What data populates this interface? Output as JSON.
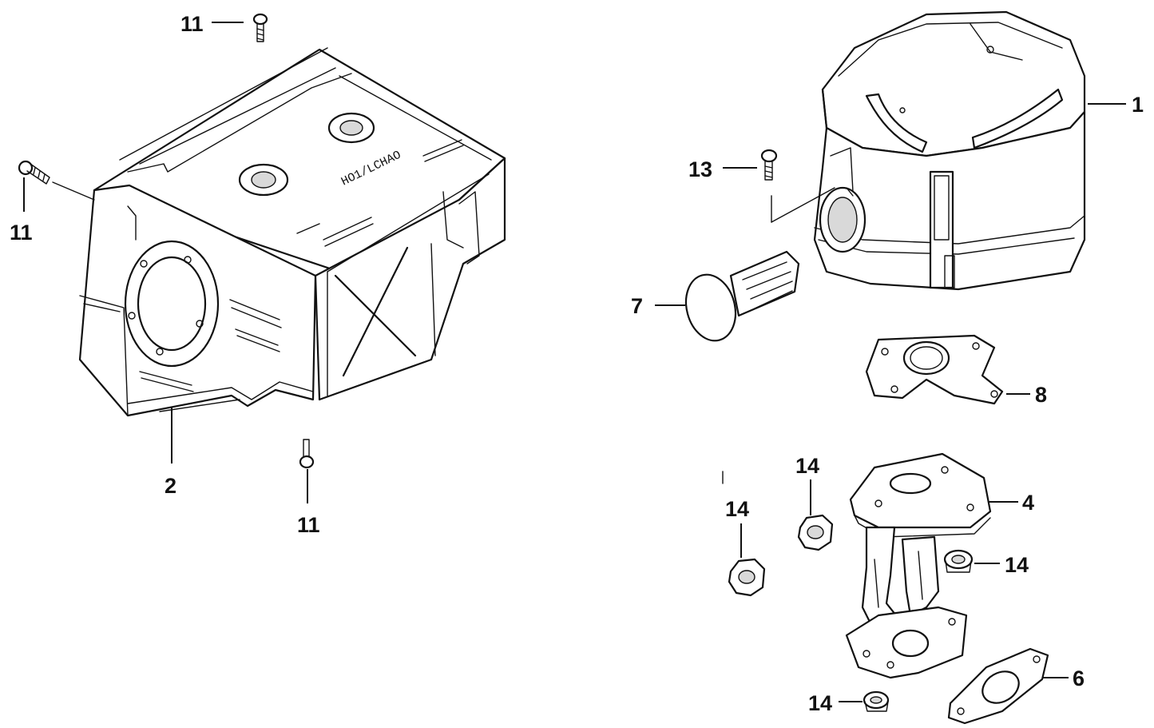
{
  "callouts": {
    "c1": "1",
    "c2": "2",
    "c4": "4",
    "c6": "6",
    "c7": "7",
    "c8": "8",
    "c11a": "11",
    "c11b": "11",
    "c11c": "11",
    "c13": "13",
    "c14a": "14",
    "c14b": "14",
    "c14c": "14",
    "c14d": "14"
  },
  "part_markings": {
    "protector_text": "HO1/LCHAO"
  }
}
